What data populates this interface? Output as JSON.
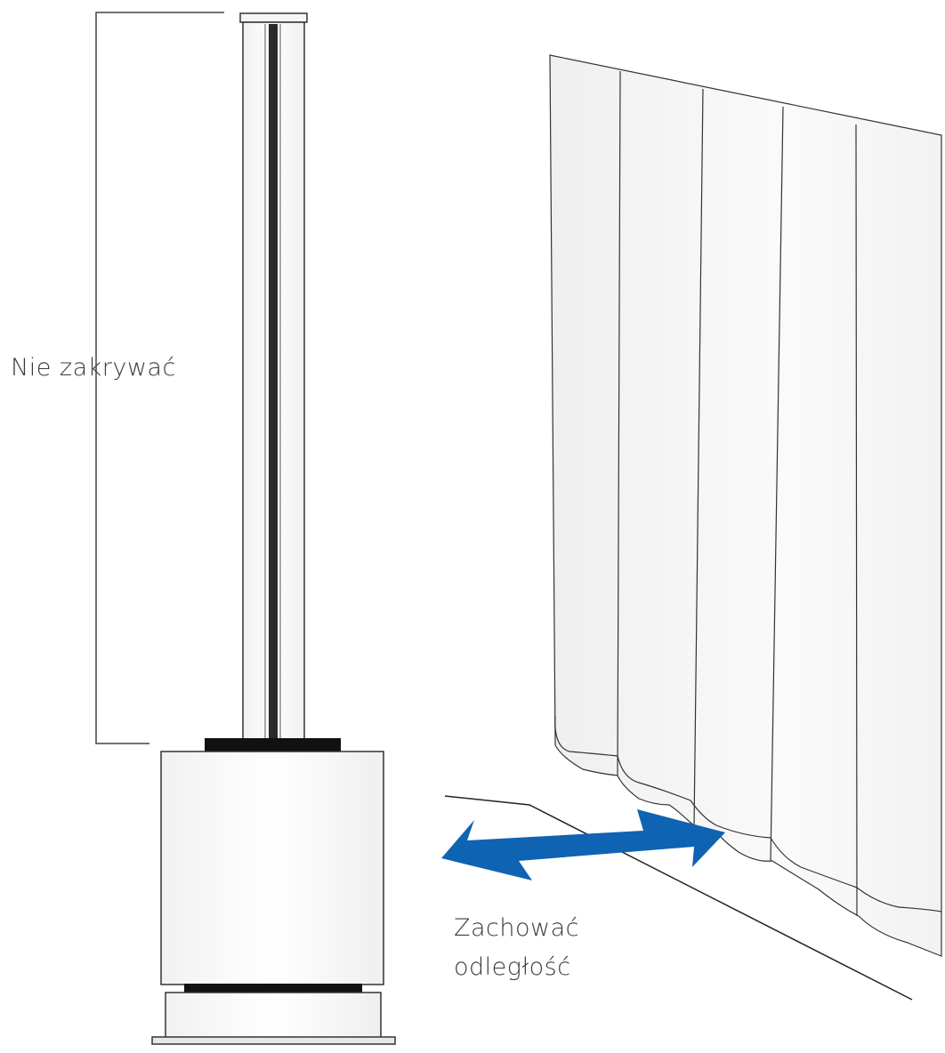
{
  "labels": {
    "do_not_cover": "Nie zakrywać",
    "keep_distance_line1": "Zachować",
    "keep_distance_line2": "odległość"
  },
  "colors": {
    "arrow": "#0f63b3",
    "outline": "#222222",
    "background": "#ffffff"
  }
}
